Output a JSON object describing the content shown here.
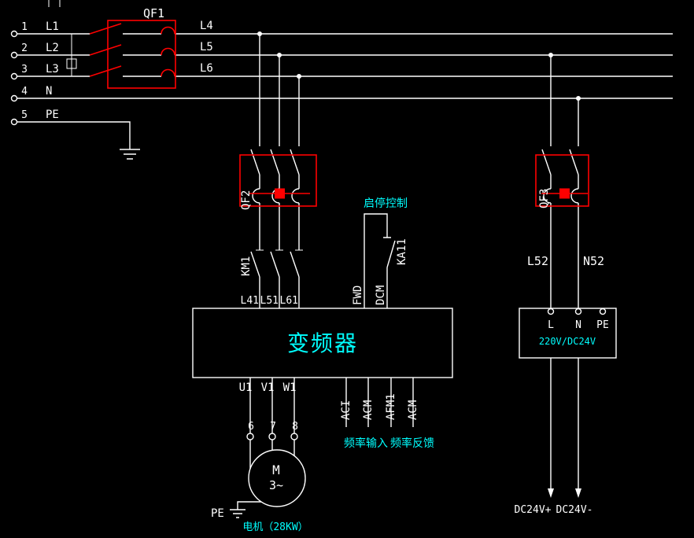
{
  "colors": {
    "background": "#000000",
    "wire": "#ffffff",
    "component": "#ff0000",
    "accent": "#00ffff"
  },
  "supply_terminals": [
    {
      "num": "1",
      "label": "L1"
    },
    {
      "num": "2",
      "label": "L2"
    },
    {
      "num": "3",
      "label": "L3"
    },
    {
      "num": "4",
      "label": "N"
    },
    {
      "num": "5",
      "label": "PE"
    }
  ],
  "breaker_main": {
    "label": "QF1",
    "out_labels": [
      "L4",
      "L5",
      "L6"
    ]
  },
  "branch": {
    "breaker": "QF2",
    "contactor": "KM1",
    "wire_labels": [
      "L41",
      "L51",
      "L61"
    ]
  },
  "control": {
    "caption": "启停控制",
    "terminals": [
      "FWD",
      "DCM"
    ],
    "relay": "KA11"
  },
  "inverter": {
    "title": "变频器",
    "output_terminals": [
      "U1",
      "V1",
      "W1"
    ],
    "output_nums": [
      "6",
      "7",
      "8"
    ],
    "analog_terminals": [
      "ACI",
      "ACM",
      "AFM1",
      "ACM"
    ],
    "analog_captions": [
      "频率输入",
      "频率反馈"
    ]
  },
  "motor": {
    "symbol": "M",
    "phase": "3~",
    "ground": "PE",
    "caption": "电机（28KW）"
  },
  "aux": {
    "breaker": "QF3",
    "wire_labels": [
      "L52",
      "N52"
    ],
    "psu_terminals": [
      "L",
      "N",
      "PE"
    ],
    "psu_label": "220V/DC24V",
    "outputs": [
      "DC24V+",
      "DC24V-"
    ]
  }
}
